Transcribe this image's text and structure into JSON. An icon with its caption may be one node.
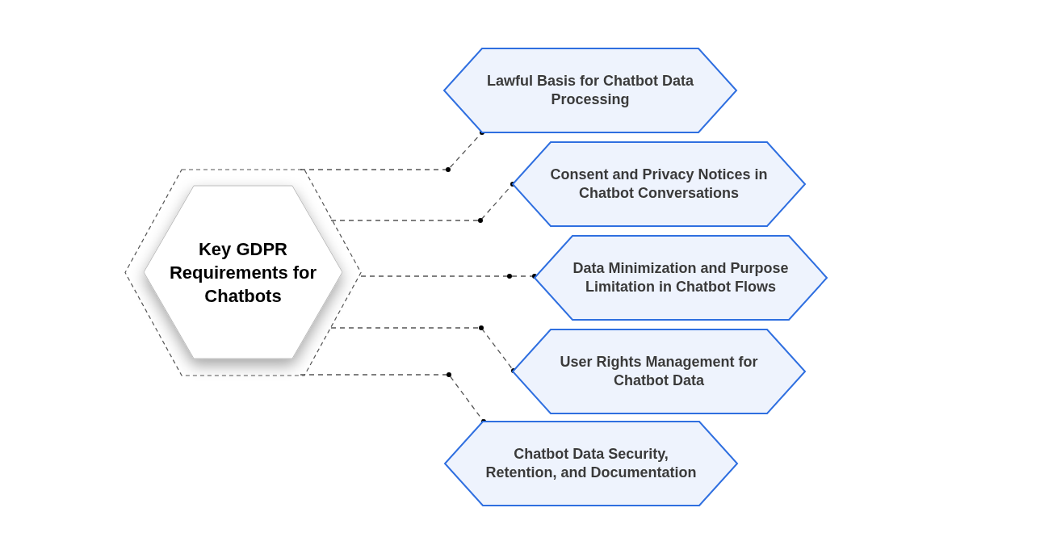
{
  "diagram": {
    "nodes": [
      {
        "text": [
          "Key GDPR Requirements for Chatbots"
        ]
      },
      {
        "text": [
          "Lawful Basis for Chatbot Data Processing"
        ]
      },
      {
        "text": [
          "Consent and Privacy Notices in Chatbot Conversations"
        ]
      },
      {
        "text": [
          "Data Minimization and Purpose Limitation in Chatbot Flows"
        ]
      },
      {
        "text": [
          "User Rights Management for Chatbot Data"
        ]
      },
      {
        "text": [
          "Chatbot Data Security, Retention, and Documentation"
        ]
      }
    ],
    "edges": [
      {
        "from": 0,
        "to": 1,
        "arrow": "other",
        "style": "dashed"
      },
      {
        "from": 0,
        "to": 2,
        "arrow": "other",
        "style": "dashed"
      },
      {
        "from": 0,
        "to": 3,
        "arrow": "other",
        "style": "dashed"
      },
      {
        "from": 0,
        "to": 4,
        "arrow": "other",
        "style": "dashed"
      },
      {
        "from": 0,
        "to": 5,
        "arrow": "other",
        "style": "dashed"
      }
    ]
  }
}
